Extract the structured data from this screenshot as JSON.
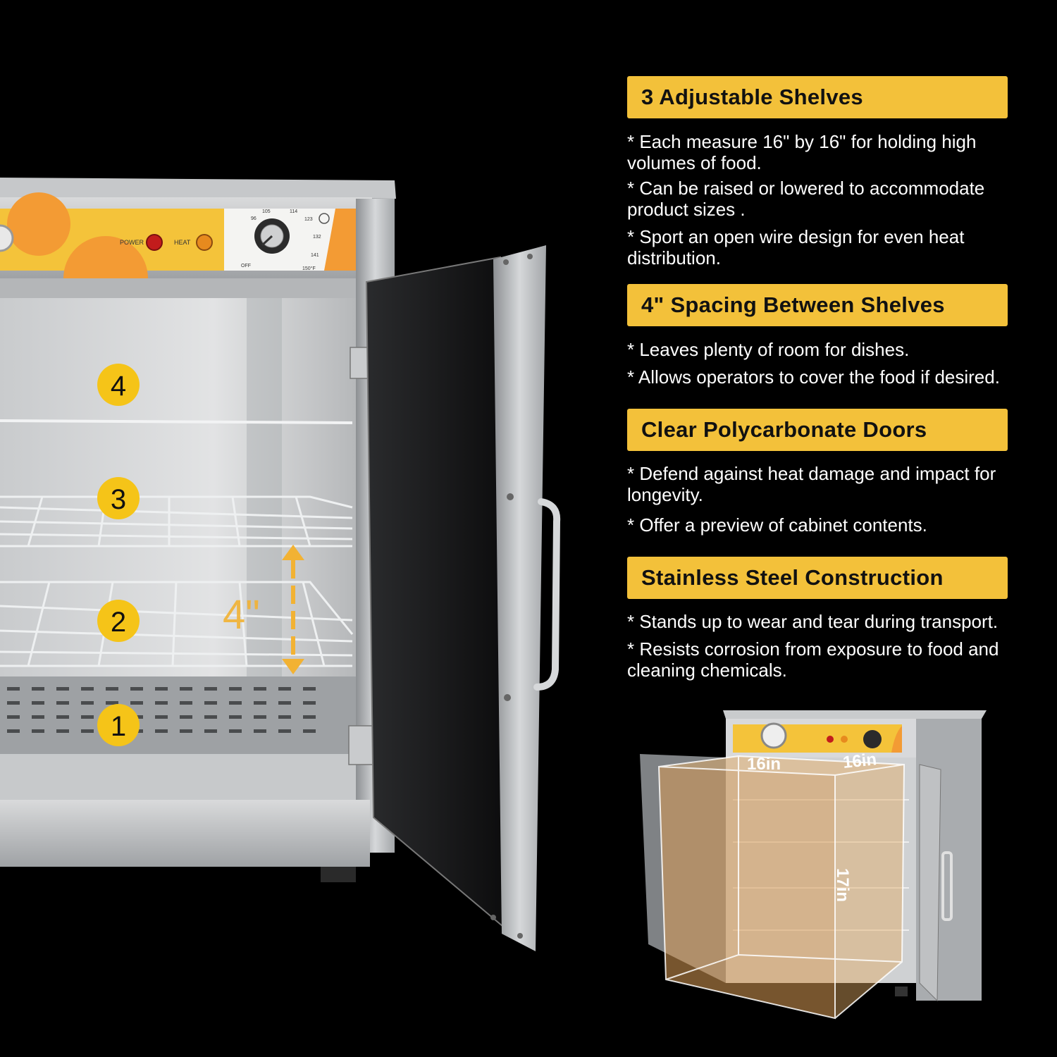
{
  "features": [
    {
      "title": "3 Adjustable Shelves",
      "bullets": [
        "* Each measure 16\" by 16\" for holding high volumes of food.",
        "* Can be raised or lowered to accommodate product sizes .",
        "* Sport an open wire design for even heat distribution."
      ]
    },
    {
      "title": "4\" Spacing Between Shelves",
      "bullets": [
        "* Leaves plenty of room for dishes.",
        "* Allows operators to cover the food if desired."
      ]
    },
    {
      "title": "Clear Polycarbonate Doors",
      "bullets": [
        "* Defend against heat damage and impact for longevity.",
        "* Offer a preview of cabinet contents."
      ]
    },
    {
      "title": "Stainless Steel Construction",
      "bullets": [
        "* Stands up to wear and tear during transport.",
        "* Resists corrosion from exposure to food and cleaning chemicals."
      ]
    }
  ],
  "control_panel": {
    "power_label": "POWER",
    "heat_label": "HEAT",
    "off_label": "OFF",
    "dial_marks": [
      "105",
      "114",
      "123",
      "96",
      "132",
      "141",
      "150°F"
    ]
  },
  "shelf_numbers": [
    "4",
    "3",
    "2",
    "1"
  ],
  "spacing_label": "4\"",
  "dimensions": {
    "width": "16in",
    "depth": "16in",
    "height": "17in"
  },
  "colors": {
    "accent_yellow": "#f3c13a",
    "background": "#000000",
    "steel": "#b9bbbd",
    "arrow_orange": "#f2b233"
  }
}
